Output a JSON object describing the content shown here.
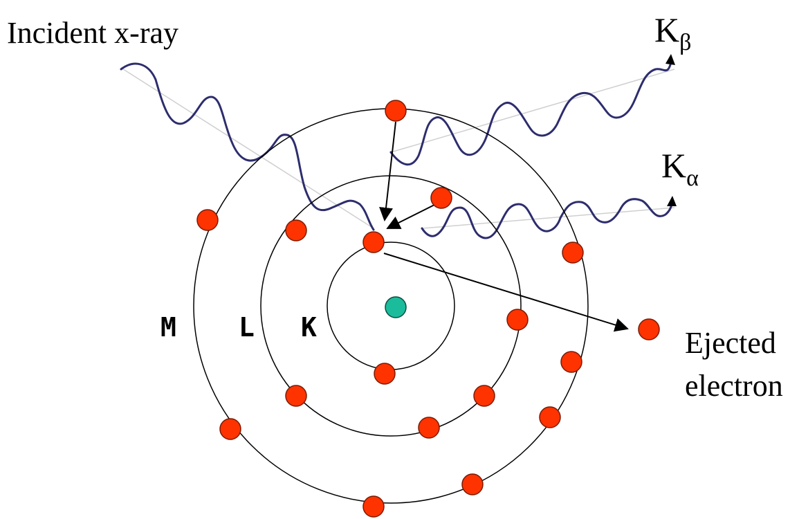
{
  "labels": {
    "incident": "Incident x-ray",
    "k_beta_main": "K",
    "k_beta_sub": "β",
    "k_alpha_main": "K",
    "k_alpha_sub": "α",
    "ejected_line1": "Ejected",
    "ejected_line2": "electron"
  },
  "shells": {
    "m": "M",
    "l": "L",
    "k": "K"
  },
  "colors": {
    "electron": "#ff3300",
    "electron_stroke": "#7a1a00",
    "nucleus": "#1abc9c",
    "orbit": "#000000",
    "wave": "#2d2d6e",
    "wave_shadow": "#c8c8c8"
  }
}
